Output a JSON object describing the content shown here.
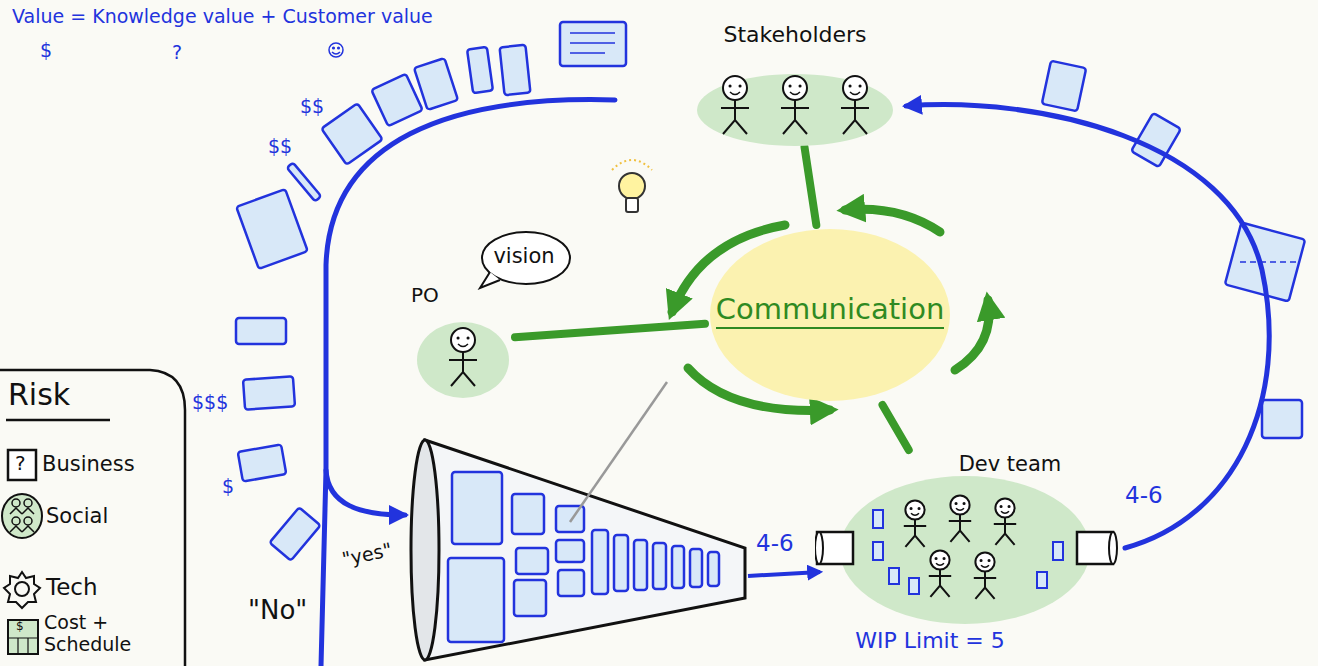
{
  "diagram": {
    "nodes": [
      {
        "text": [
          "Stakeholders"
        ]
      },
      {
        "text": [
          "PO"
        ]
      },
      {
        "text": [
          "vision"
        ]
      },
      {
        "text": [
          "Communication"
        ]
      },
      {
        "text": [
          "Dev team",
          "WIP Limit = 5"
        ]
      }
    ],
    "edges": [
      {
        "from": 0,
        "to": 3,
        "arrow": "none"
      },
      {
        "from": 1,
        "to": 3,
        "arrow": "none"
      },
      {
        "from": 4,
        "to": 3,
        "arrow": "none"
      },
      {
        "from": 4,
        "to": 0,
        "label": "4-6",
        "arrow": "to"
      }
    ],
    "labels": [
      "Value = Knowledge value + Customer value",
      "$",
      "?",
      "$$",
      "$$",
      "$$$",
      "$",
      "\"yes\"",
      "\"No\"",
      "4-6",
      "Risk",
      "?",
      "$"
    ],
    "legend": [
      {
        "text": "Business"
      },
      {
        "text": "Social"
      },
      {
        "text": "Tech"
      },
      {
        "text": "Cost + Schedule"
      }
    ]
  }
}
